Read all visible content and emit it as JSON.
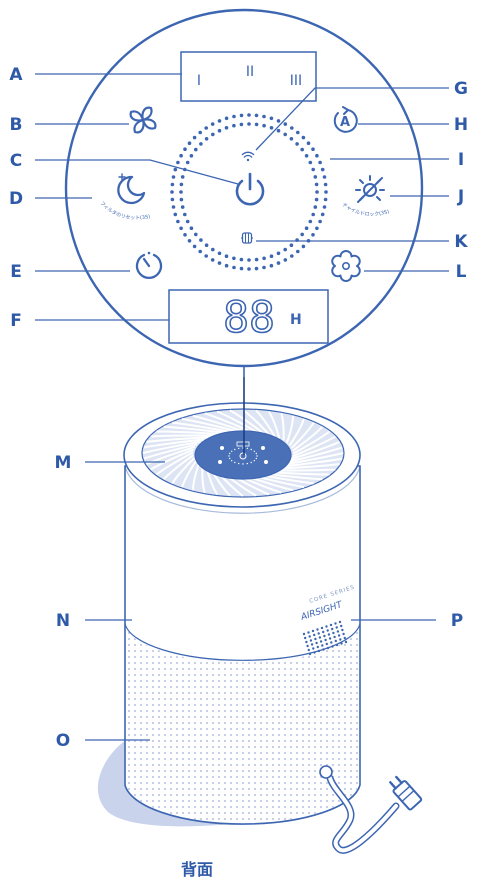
{
  "labels": {
    "a": "A",
    "b": "B",
    "c": "C",
    "d": "D",
    "e": "E",
    "f": "F",
    "g": "G",
    "h": "H",
    "i": "I",
    "j": "J",
    "k": "K",
    "l": "L",
    "m": "M",
    "n": "N",
    "o": "O",
    "p": "P"
  },
  "fan_levels": {
    "low": "I",
    "mid": "II",
    "high": "III"
  },
  "display": {
    "digits": "88",
    "unit": "H"
  },
  "auto_mode": {
    "letter": "A"
  },
  "icon_captions": {
    "sleep": "フィルタのリセット(3S)",
    "light": "チャイルドロック(3S)"
  },
  "brand": {
    "tagline": "CORE SERIES",
    "name": "AIRSIGHT"
  },
  "caption": "背面",
  "colors": {
    "accent": "#3d66b2",
    "shadow": "#c9d3ec",
    "body": "#ffffff"
  }
}
